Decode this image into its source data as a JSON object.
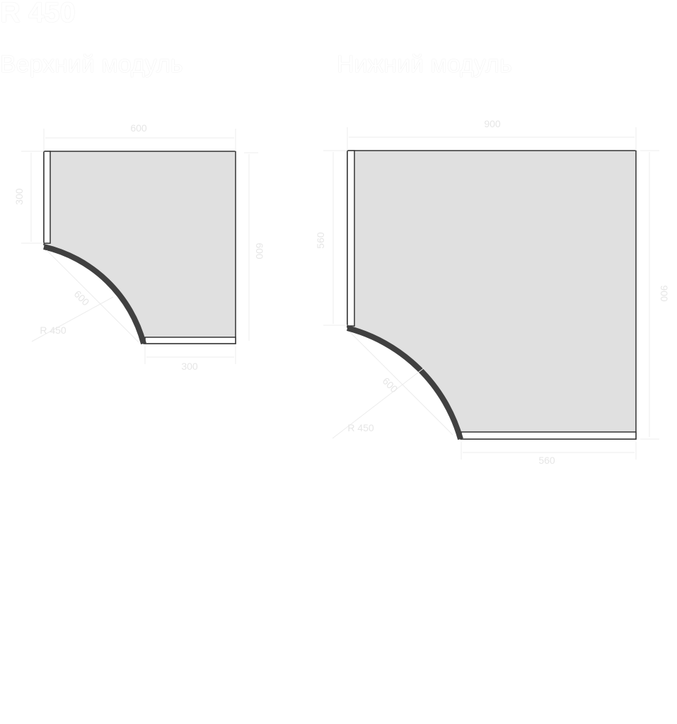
{
  "title": "R 450",
  "upper_module": {
    "title": "Верхний модуль",
    "dims": {
      "top": "600",
      "left": "300",
      "right": "600",
      "bottom": "300",
      "diagonal": "600",
      "radius": "R 450"
    }
  },
  "lower_module": {
    "title": "Нижний модуль",
    "dims": {
      "top": "900",
      "left": "560",
      "right": "900",
      "bottom": "560",
      "diagonal": "600",
      "radius": "R 450"
    }
  },
  "colors": {
    "panel": "#e0e0e0",
    "edge": "#404040",
    "outline": "#333333"
  }
}
